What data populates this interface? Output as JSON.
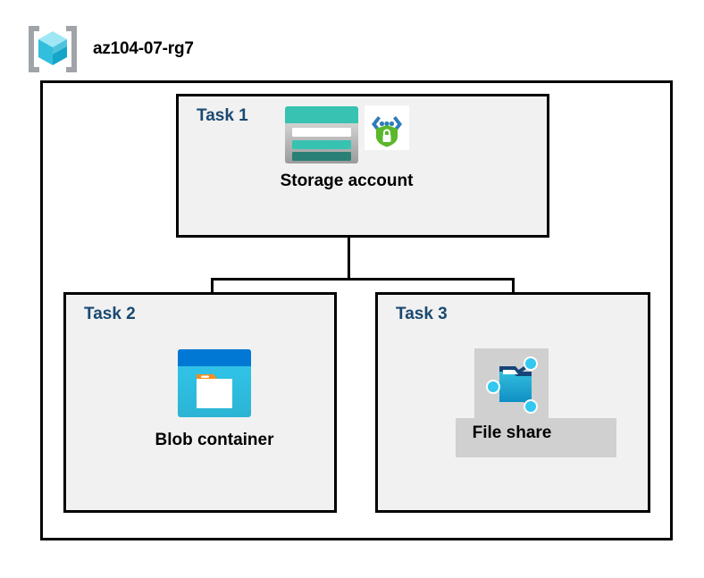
{
  "header": {
    "icon": "resource-group-icon",
    "title": "az104-07-rg7"
  },
  "diagram": {
    "container_label": "resource-group-container",
    "tasks": [
      {
        "id": "task1",
        "label": "Task 1",
        "node": {
          "caption": "Storage account",
          "icons": [
            "storage-account-icon",
            "secure-endpoint-shield-icon"
          ]
        }
      },
      {
        "id": "task2",
        "label": "Task 2",
        "node": {
          "caption": "Blob container",
          "icons": [
            "blob-container-icon"
          ]
        }
      },
      {
        "id": "task3",
        "label": "Task 3",
        "node": {
          "caption": "File share",
          "icons": [
            "file-share-icon"
          ],
          "highlighted": true
        }
      }
    ],
    "connectors": [
      {
        "from": "storage-account",
        "to": "blob-container"
      },
      {
        "from": "storage-account",
        "to": "file-share"
      }
    ]
  },
  "colors": {
    "task_label": "#1a4971",
    "box_fill": "#f1f1f1",
    "box_border": "#000000",
    "page_background": "#ffffff",
    "highlight": "#d0d0d0",
    "storage_teal": "#37c2b1",
    "storage_teal_dark": "#2a7f76",
    "blob_blue": "#0078d4",
    "blob_cyan": "#32bedd",
    "blob_orange": "#f78d1e",
    "shield_green": "#5bb72b",
    "bracket_gray": "#a0a4a8",
    "cube_cyan": "#32bedd"
  }
}
